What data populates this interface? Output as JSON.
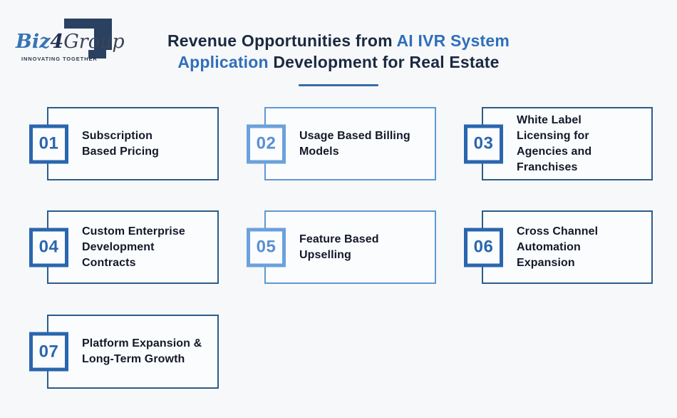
{
  "logo": {
    "biz": "Biz",
    "four": "4",
    "group": "Group",
    "tagline": "INNOVATING TOGETHER",
    "bracket_color": "#2a4161"
  },
  "title": {
    "seg1": "Revenue Opportunities from ",
    "seg2": "AI IVR System",
    "seg3": "Application",
    "seg4": " Development for Real Estate",
    "dark_color": "#1b2940",
    "accent_color": "#2f6fba"
  },
  "colors": {
    "background": "#f7f8fa",
    "card_border_dark": "#2d5c87",
    "card_border_light": "#5f98d5",
    "number_dark": "#2a66ae",
    "number_light": "#5890d2",
    "underline": "#3a6ca5"
  },
  "cards": [
    {
      "number": "01",
      "label": "Subscription\nBased Pricing",
      "variant": "dark"
    },
    {
      "number": "02",
      "label": "Usage Based Billing\nModels",
      "variant": "light"
    },
    {
      "number": "03",
      "label": "White Label\nLicensing for\nAgencies and\nFranchises",
      "variant": "dark"
    },
    {
      "number": "04",
      "label": "Custom Enterprise\nDevelopment\nContracts",
      "variant": "dark"
    },
    {
      "number": "05",
      "label": "Feature Based\nUpselling",
      "variant": "light"
    },
    {
      "number": "06",
      "label": "Cross Channel\nAutomation\nExpansion",
      "variant": "dark"
    },
    {
      "number": "07",
      "label": "Platform Expansion &\nLong-Term Growth",
      "variant": "dark"
    }
  ]
}
